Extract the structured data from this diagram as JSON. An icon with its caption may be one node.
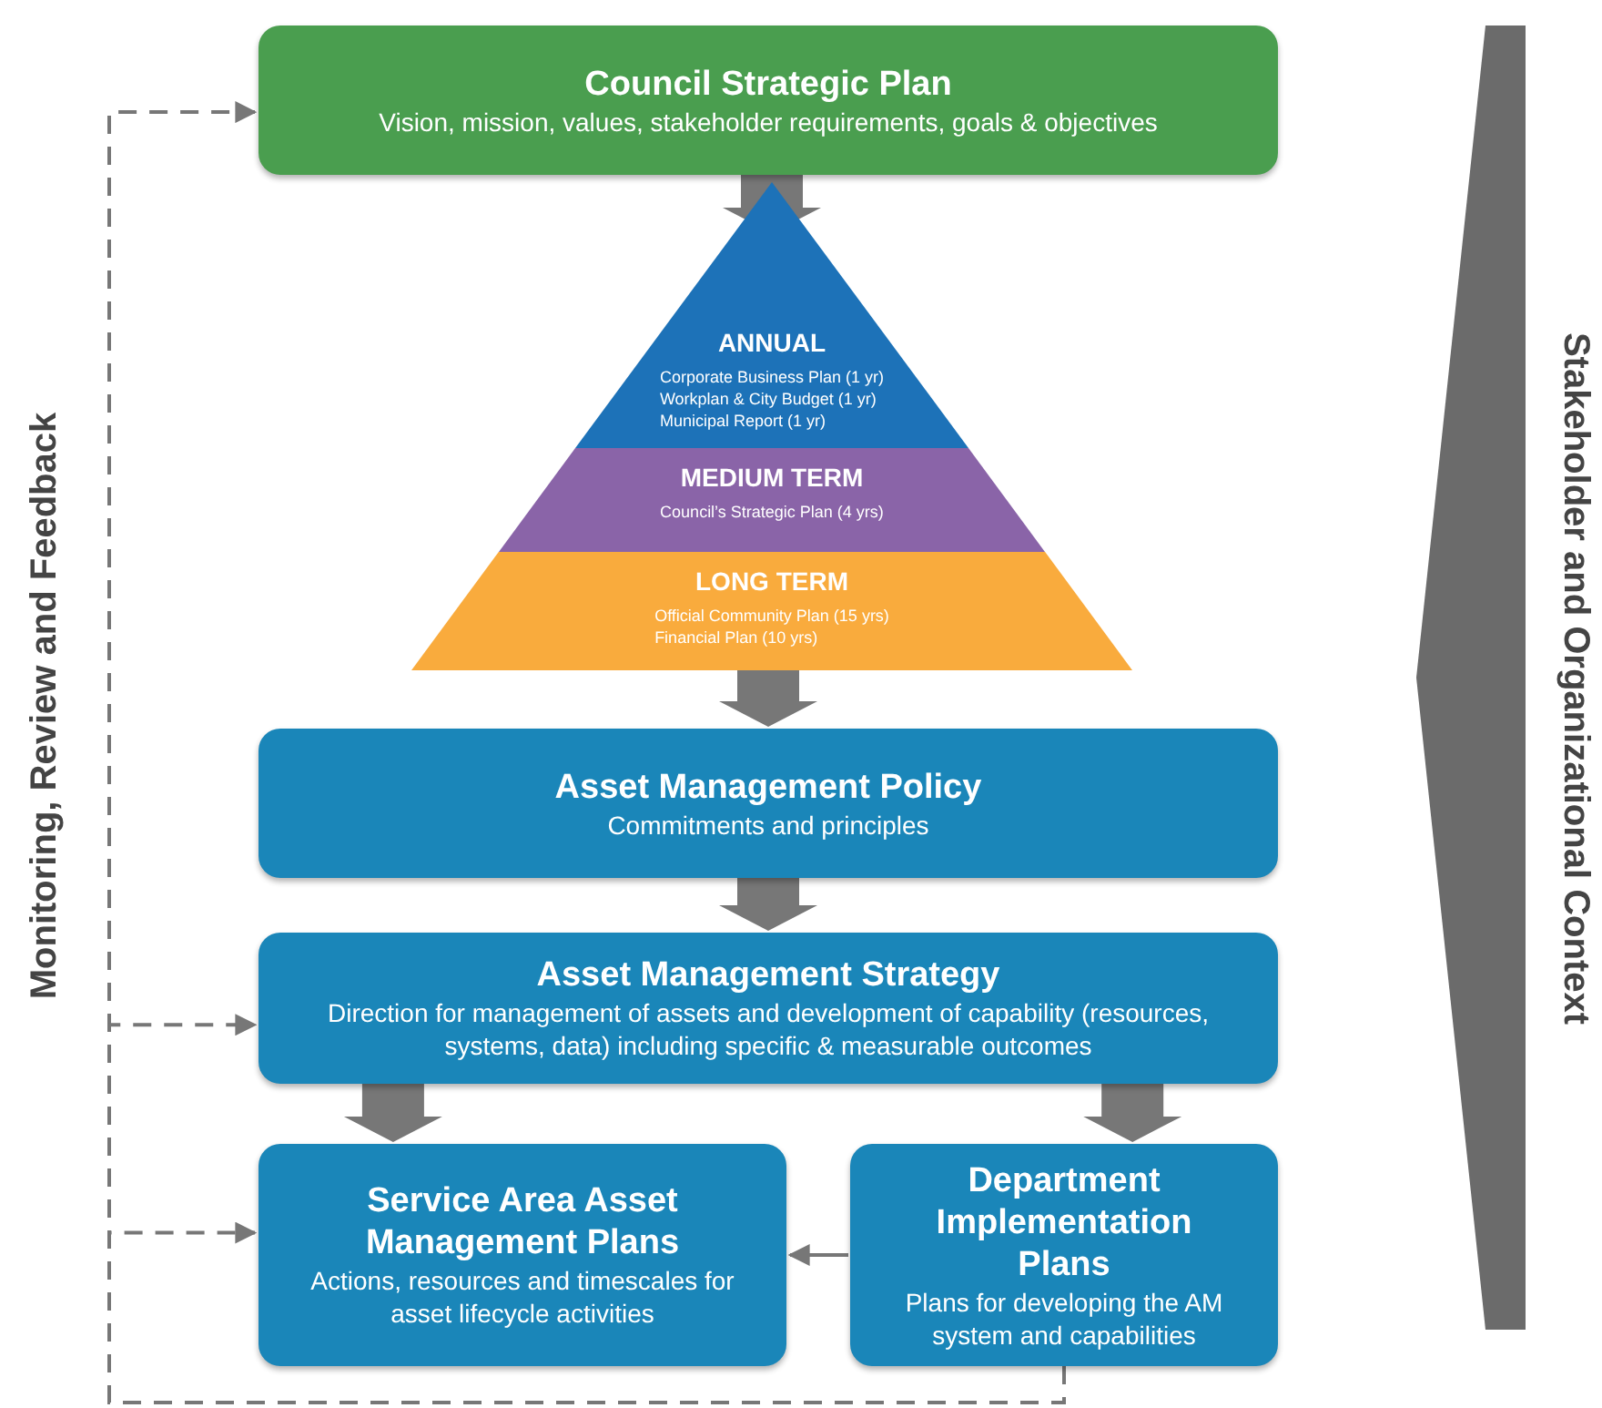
{
  "diagram": {
    "nodes": [
      {
        "text": [
          "Council Strategic Plan",
          "Vision, mission, values, stakeholder requirements, goals & objectives"
        ]
      },
      {
        "text": [
          "ANNUAL",
          "Corporate Business Plan (1 yr)",
          "Workplan & City Budget (1 yr)",
          "Municipal Report (1 yr)"
        ]
      },
      {
        "text": [
          "MEDIUM TERM",
          "Council’s Strategic Plan (4 yrs)"
        ]
      },
      {
        "text": [
          "LONG TERM",
          "Official Community Plan (15 yrs)",
          "Financial Plan (10 yrs)"
        ]
      },
      {
        "text": [
          "Asset Management Policy",
          "Commitments and principles"
        ]
      },
      {
        "text": [
          "Asset Management Strategy",
          "Direction for management of assets and development of capability (resources, systems, data) including specific & measurable outcomes"
        ]
      },
      {
        "text": [
          "Service Area Asset Management Plans",
          "Actions, resources and timescales for asset lifecycle activities"
        ]
      },
      {
        "text": [
          "Department Implementation Plans",
          "Plans for developing the AM system and capabilities"
        ]
      },
      {
        "text": [],
        "shape": "chevron",
        "beside": [
          "Stakeholder and Organizational Context"
        ]
      }
    ],
    "edges": [
      {
        "from": 0,
        "to": 1,
        "arrow": "to",
        "style": "thick"
      },
      {
        "from": 3,
        "to": 4,
        "arrow": "to",
        "style": "thick"
      },
      {
        "from": 4,
        "to": 5,
        "arrow": "to",
        "style": "thick"
      },
      {
        "from": 5,
        "to": 6,
        "arrow": "to",
        "style": "thick"
      },
      {
        "from": 5,
        "to": 7,
        "arrow": "to",
        "style": "thick"
      },
      {
        "from": 7,
        "to": 6,
        "arrow": "to"
      },
      {
        "from": 7,
        "to": 0,
        "arrow": "to",
        "style": "dashed"
      },
      {
        "from": 7,
        "to": 5,
        "arrow": "to",
        "style": "dashed"
      },
      {
        "from": 7,
        "to": 6,
        "arrow": "to",
        "style": "dashed"
      }
    ],
    "labels": [
      "Monitoring, Review and Feedback"
    ]
  }
}
